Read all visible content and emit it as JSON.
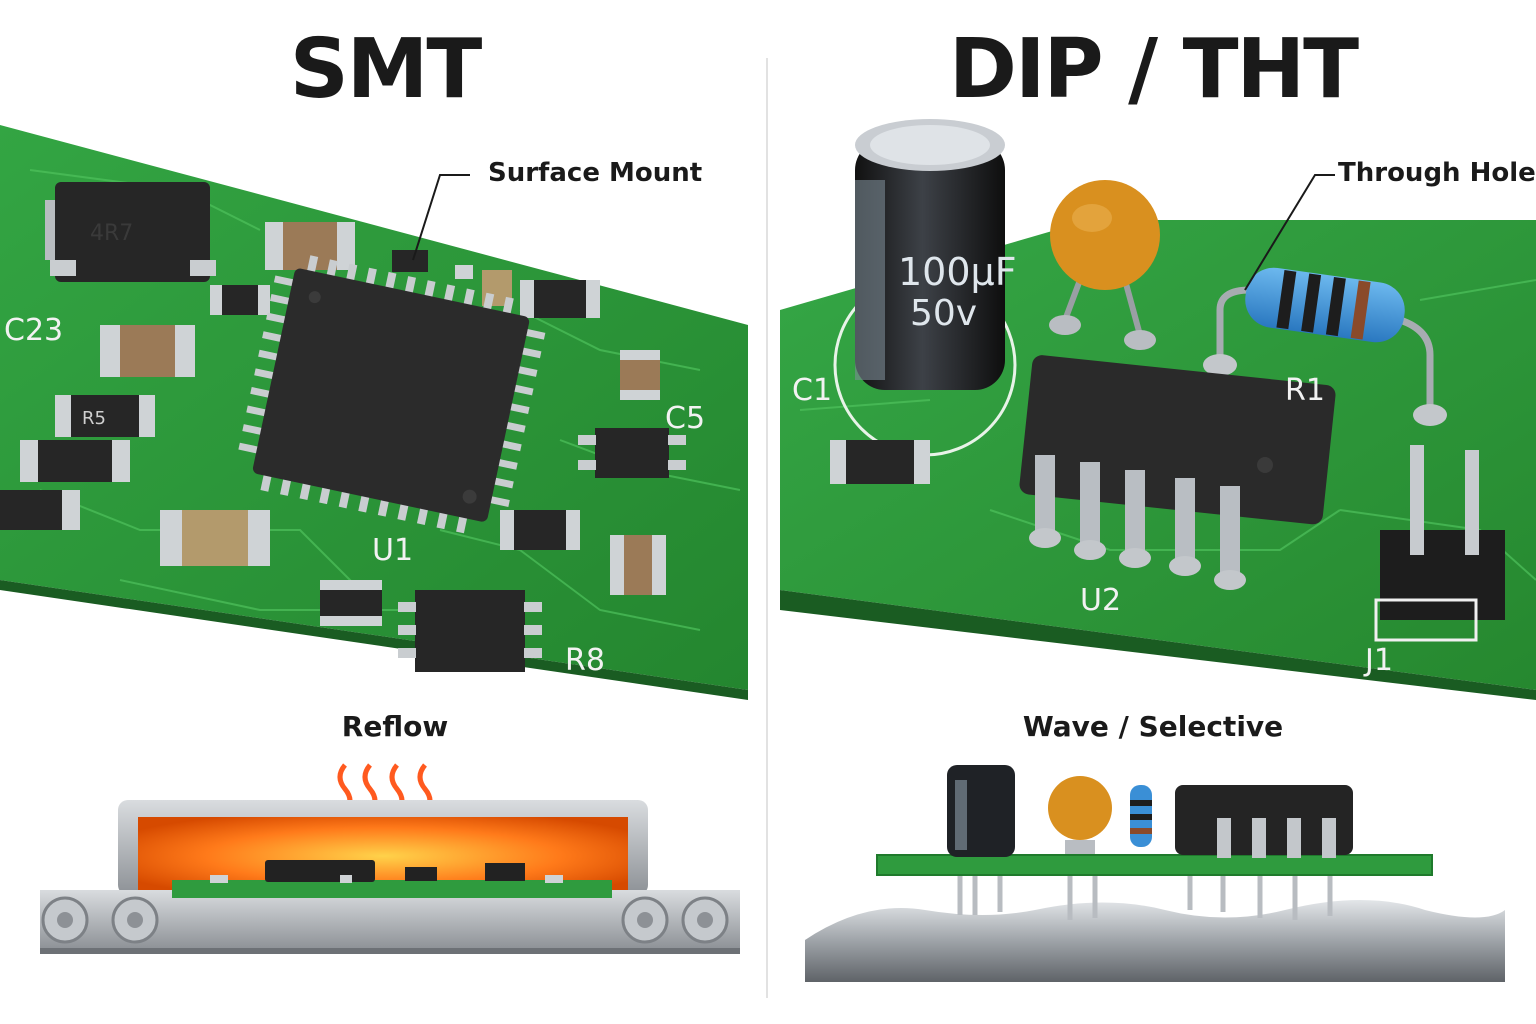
{
  "left_panel": {
    "title": "SMT",
    "callout": "Surface Mount",
    "process": "Reflow",
    "silkscreen": {
      "c23": "C23",
      "c5": "C5",
      "u1": "U1",
      "r8": "R8"
    },
    "chip_marks": {
      "inductor": "4R7",
      "small_chip": "R5"
    }
  },
  "right_panel": {
    "title": "DIP / THT",
    "callout": "Through Hole",
    "process": "Wave / Selective",
    "silkscreen": {
      "c1": "C1",
      "r1": "R1",
      "u2": "U2",
      "j1": "J1"
    },
    "capacitor_label": {
      "value": "100µF",
      "voltage": "50v"
    }
  },
  "colors": {
    "pcb_green": "#2e9a3c",
    "pcb_dark": "#1f7a2c",
    "chip_black": "#222222",
    "oven_glow": "#ff7a1a",
    "heat_wave": "#ff5a1f",
    "solder_silver": "#9ea3a8",
    "resistor_blue": "#3a8fd6",
    "ceramic_cap": "#d9901f"
  }
}
